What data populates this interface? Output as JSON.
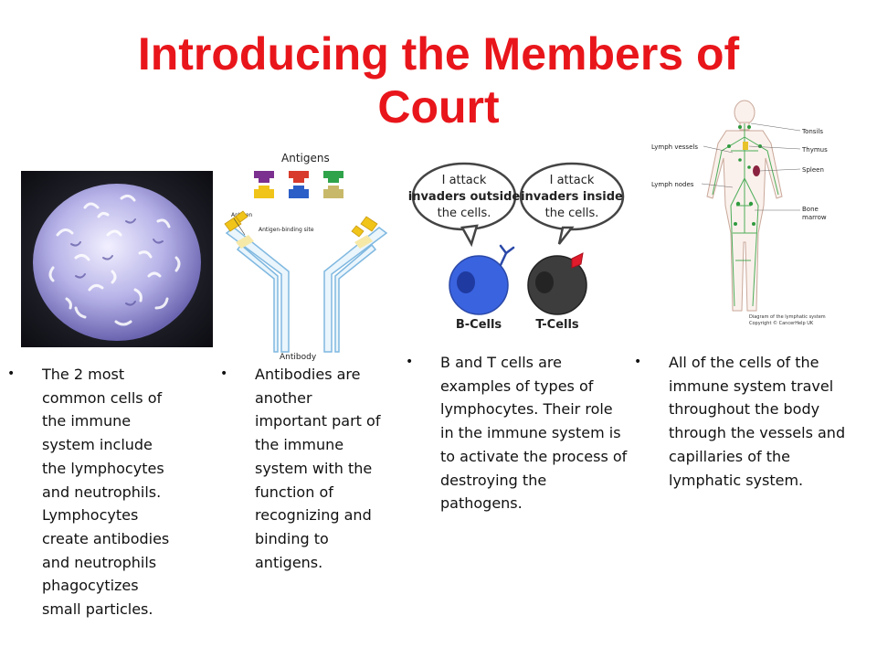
{
  "slide": {
    "title_line1": "Introducing the Members of",
    "title_line2": "Court"
  },
  "images": {
    "lymphocyte": {
      "icon": "lymphocyte-micrograph"
    },
    "antibody": {
      "heading": "Antigens",
      "antigen_label": "Antigen",
      "binding_label": "Antigen-binding site",
      "antibody_label": "Antibody",
      "colors": [
        "#7b2f8e",
        "#d83b2b",
        "#2fa34a",
        "#f0c419",
        "#2b5fc7",
        "#c8b96a"
      ]
    },
    "bt_cells": {
      "bubble_left_l1": "I attack",
      "bubble_left_l2": "invaders outside",
      "bubble_left_l3": "the cells.",
      "bubble_right_l1": "I attack",
      "bubble_right_l2": "invaders inside",
      "bubble_right_l3": "the cells.",
      "b_label": "B-Cells",
      "t_label": "T-Cells"
    },
    "lymphatic": {
      "tonsils": "Tonsils",
      "lymph_vessels": "Lymph vessels",
      "thymus": "Thymus",
      "spleen": "Spleen",
      "lymph_nodes": "Lymph nodes",
      "bone": "Bone",
      "marrow": "marrow",
      "caption_l1": "Diagram of the lymphatic system",
      "caption_l2": "Copyright © CancerHelp UK"
    }
  },
  "bullets": {
    "b1": [
      "The 2 most",
      "common cells of",
      "the immune",
      "system include",
      "the lymphocytes",
      "and neutrophils.",
      "Lymphocytes",
      "create antibodies",
      "and neutrophils",
      "phagocytizes",
      "small particles."
    ],
    "b2": [
      "Antibodies are",
      "another",
      "important part of",
      "the immune",
      "system with the",
      "function of",
      "recognizing and",
      "binding to",
      "antigens."
    ],
    "b3": [
      "B and T cells are",
      "examples of types of",
      "lymphocytes. Their role",
      "in the immune system is",
      "to activate the process of",
      "destroying the",
      "pathogens."
    ],
    "b4": [
      "All of the cells of the",
      "immune system travel",
      "throughout the body",
      "through the vessels and",
      "capillaries of the",
      "lymphatic system."
    ],
    "bullet_char": "•"
  }
}
